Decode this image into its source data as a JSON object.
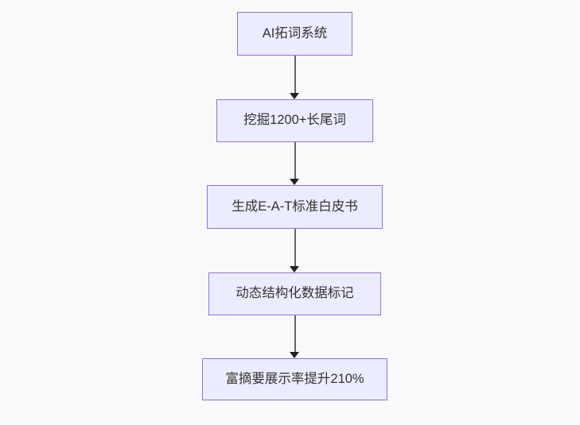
{
  "page": {
    "background_color": "#f9f9f9"
  },
  "flowchart": {
    "type": "flowchart",
    "direction": "top-down",
    "colors": {
      "node_fill": "#ececff",
      "node_border": "#9370db",
      "edge_line": "#666666",
      "arrowhead": "#222222",
      "text": "#333333"
    },
    "nodes": [
      {
        "label": "AI拓词系统"
      },
      {
        "label": "挖掘1200+长尾词"
      },
      {
        "label": "生成E-A-T标准白皮书"
      },
      {
        "label": "动态结构化数据标记"
      },
      {
        "label": "富摘要展示率提升210%"
      }
    ],
    "edges": [
      {
        "from": "AI拓词系统",
        "to": "挖掘1200+长尾词"
      },
      {
        "from": "挖掘1200+长尾词",
        "to": "生成E-A-T标准白皮书"
      },
      {
        "from": "生成E-A-T标准白皮书",
        "to": "动态结构化数据标记"
      },
      {
        "from": "动态结构化数据标记",
        "to": "富摘要展示率提升210%"
      }
    ]
  }
}
